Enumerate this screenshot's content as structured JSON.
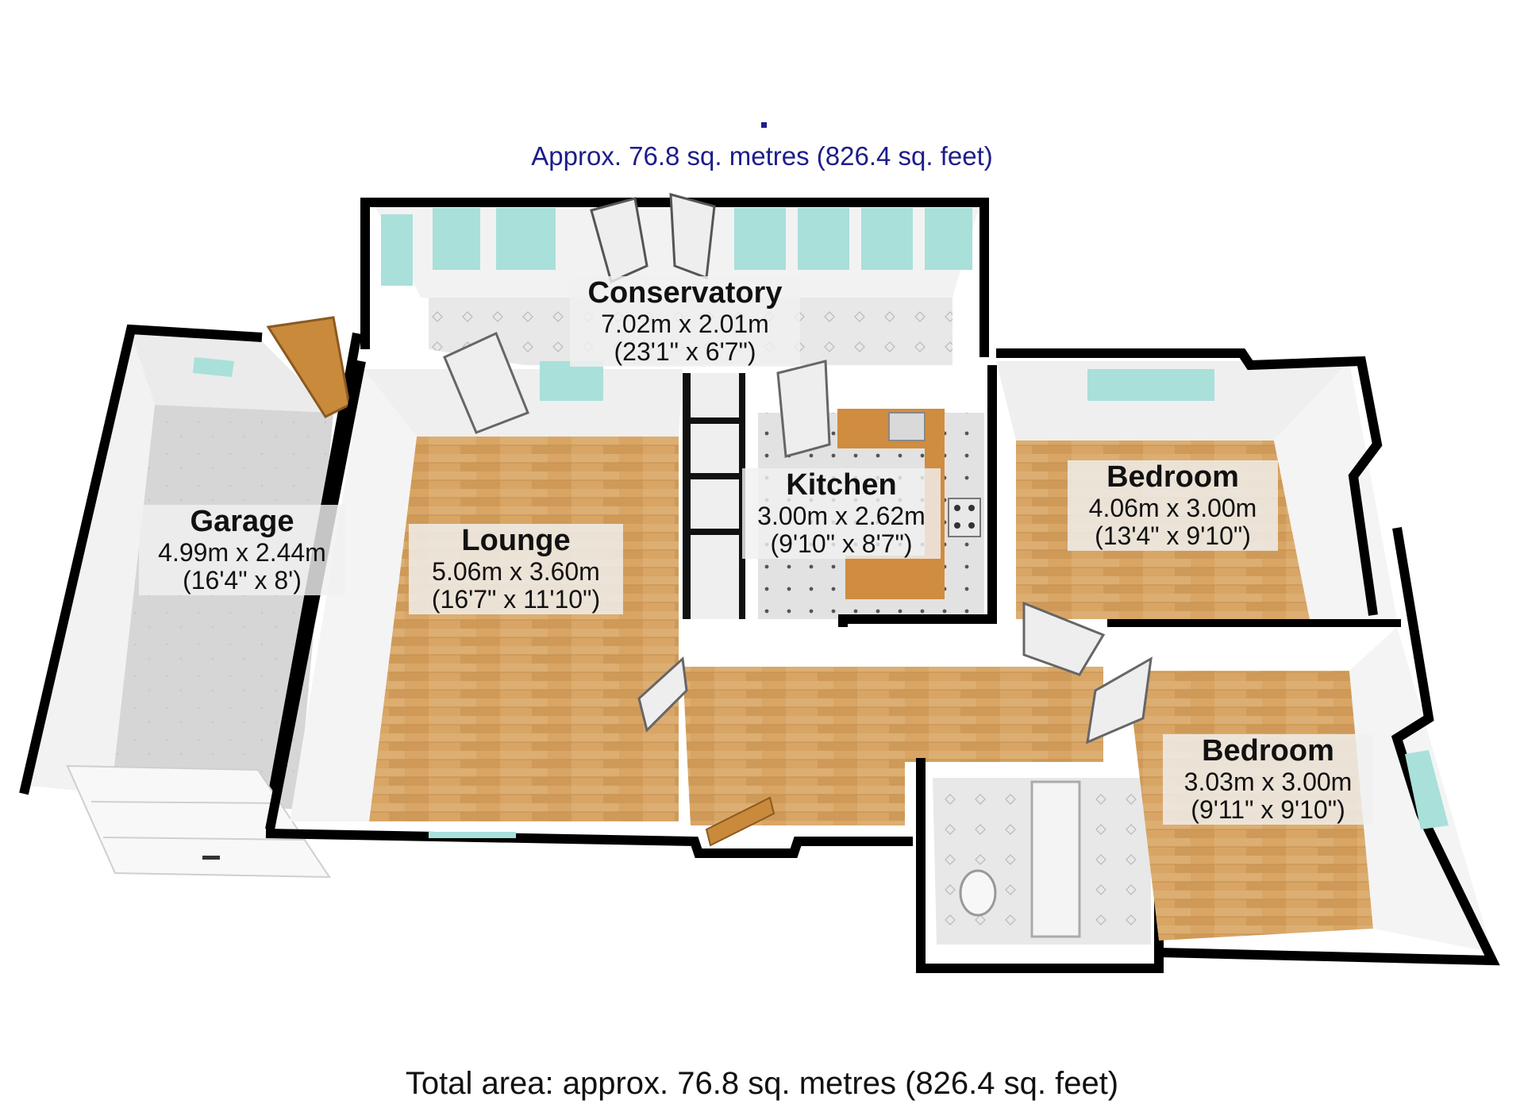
{
  "header": {
    "dot_marker": ".",
    "area_text": "Approx. 76.8 sq. metres (826.4 sq. feet)"
  },
  "rooms": {
    "conservatory": {
      "name": "Conservatory",
      "metric": "7.02m x 2.01m",
      "imperial": "(23'1\" x 6'7\")"
    },
    "garage": {
      "name": "Garage",
      "metric": "4.99m x 2.44m",
      "imperial": "(16'4\" x 8')"
    },
    "lounge": {
      "name": "Lounge",
      "metric": "5.06m x 3.60m",
      "imperial": "(16'7\" x 11'10\")"
    },
    "kitchen": {
      "name": "Kitchen",
      "metric": "3.00m x 2.62m",
      "imperial": "(9'10\" x 8'7\")"
    },
    "bedroom1": {
      "name": "Bedroom",
      "metric": "4.06m x 3.00m",
      "imperial": "(13'4\" x 9'10\")"
    },
    "bedroom2": {
      "name": "Bedroom",
      "metric": "3.03m x 3.00m",
      "imperial": "(9'11\" x 9'10\")"
    }
  },
  "footer": {
    "total_area": "Total area: approx. 76.8 sq. metres (826.4 sq. feet)"
  },
  "colors": {
    "wall": "#000000",
    "wall_face": "#f4f4f4",
    "wood_floor": "#d9a868",
    "tile_floor": "#e6e6e6",
    "window_glass": "#a9e0da",
    "door_wood": "#c98a3c",
    "header_text": "#1d1d8a"
  }
}
